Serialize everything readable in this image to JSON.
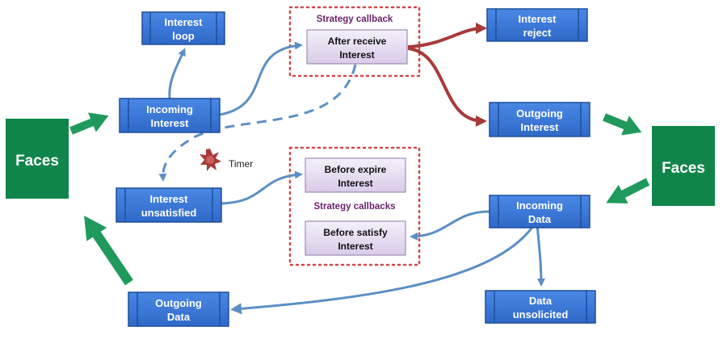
{
  "colors": {
    "pipe_fill": "#3a78d8",
    "pipe_stroke": "#1f4e9c",
    "faces_fill": "#10854a",
    "green_arrow": "#1f9a5c",
    "blue_arrow": "#5b8fc4",
    "red_arrow": "#a83a3a",
    "strategy_fill": "#e6dcf0",
    "dotted_border": "#d04848",
    "strategy_label": "#6b1f6b",
    "timer": "#a83a3a"
  },
  "faces_left": "Faces",
  "faces_right": "Faces",
  "pipelines": {
    "interest_loop": [
      "Interest",
      "loop"
    ],
    "incoming_interest": [
      "Incoming",
      "Interest"
    ],
    "interest_unsatisfied": [
      "Interest",
      "unsatisfied"
    ],
    "interest_reject": [
      "Interest",
      "reject"
    ],
    "outgoing_interest": [
      "Outgoing",
      "Interest"
    ],
    "incoming_data": [
      "Incoming",
      "Data"
    ],
    "data_unsolicited": [
      "Data",
      "unsolicited"
    ],
    "outgoing_data": [
      "Outgoing",
      "Data"
    ]
  },
  "strategy": {
    "callback_label": "Strategy callback",
    "callbacks_label": "Strategy callbacks",
    "after_receive": [
      "After receive",
      "Interest"
    ],
    "before_expire": [
      "Before expire",
      "Interest"
    ],
    "before_satisfy": [
      "Before satisfy",
      "Interest"
    ]
  },
  "timer_label": "Timer"
}
